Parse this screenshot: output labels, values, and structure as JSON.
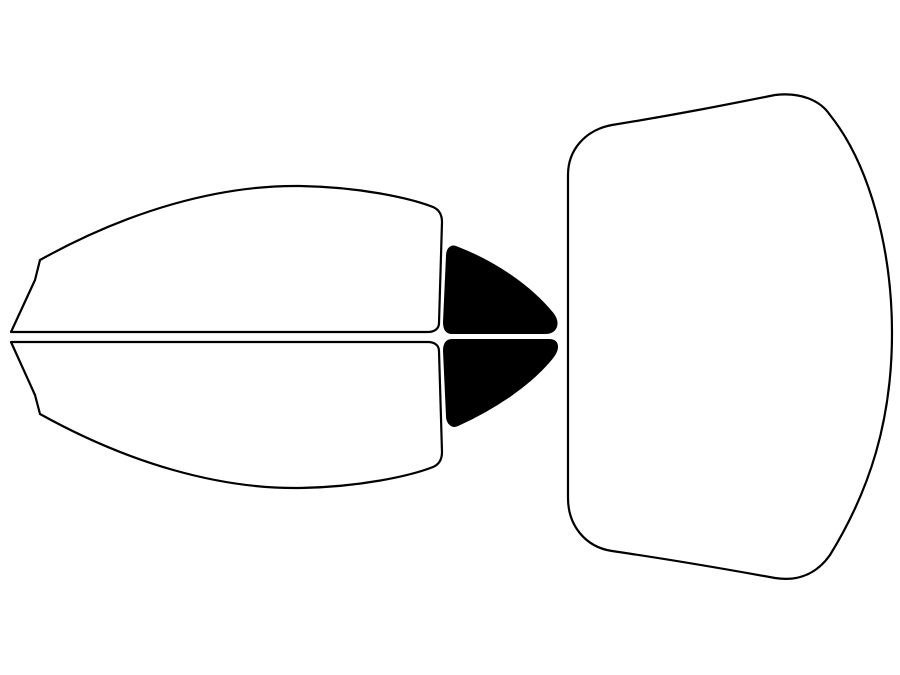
{
  "colors": {
    "background": "#ffffff",
    "outline": "#000000",
    "tinted_fill": "#000000"
  },
  "diagram": {
    "pieces": [
      {
        "name": "front-door-window-top",
        "tinted": false
      },
      {
        "name": "front-door-window-bottom",
        "tinted": false
      },
      {
        "name": "quarter-window-top",
        "tinted": true
      },
      {
        "name": "quarter-window-bottom",
        "tinted": true
      },
      {
        "name": "rear-windshield",
        "tinted": false
      }
    ]
  }
}
